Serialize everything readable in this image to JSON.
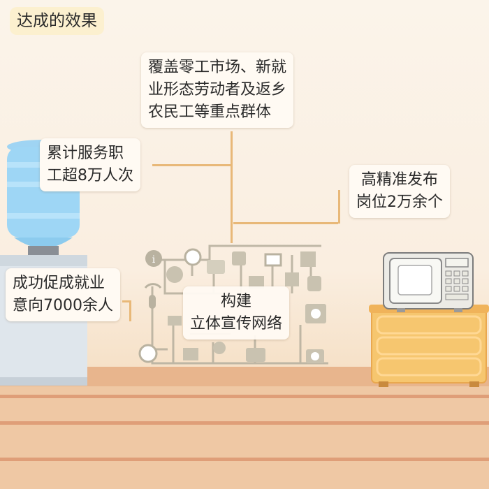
{
  "title": "达成的效果",
  "boxes": {
    "coverage": [
      "覆盖零工市场、新就",
      "业形态劳动者及返乡",
      "农民工等重点群体"
    ],
    "served": [
      "累计服务职",
      "工超8万人次"
    ],
    "jobs": [
      "高精准发布",
      "岗位2万余个"
    ],
    "intent": [
      "成功促成就业",
      "意向7000余人"
    ],
    "network": [
      "构建",
      "立体宣传网络"
    ]
  },
  "colors": {
    "accent_line": "#e8b878",
    "floor": "#efc8a4",
    "label_bg": "#fffaf3"
  },
  "icons": [
    "water-dispenser-icon",
    "microwave-icon",
    "cabinet-icon",
    "media-network-icon"
  ]
}
